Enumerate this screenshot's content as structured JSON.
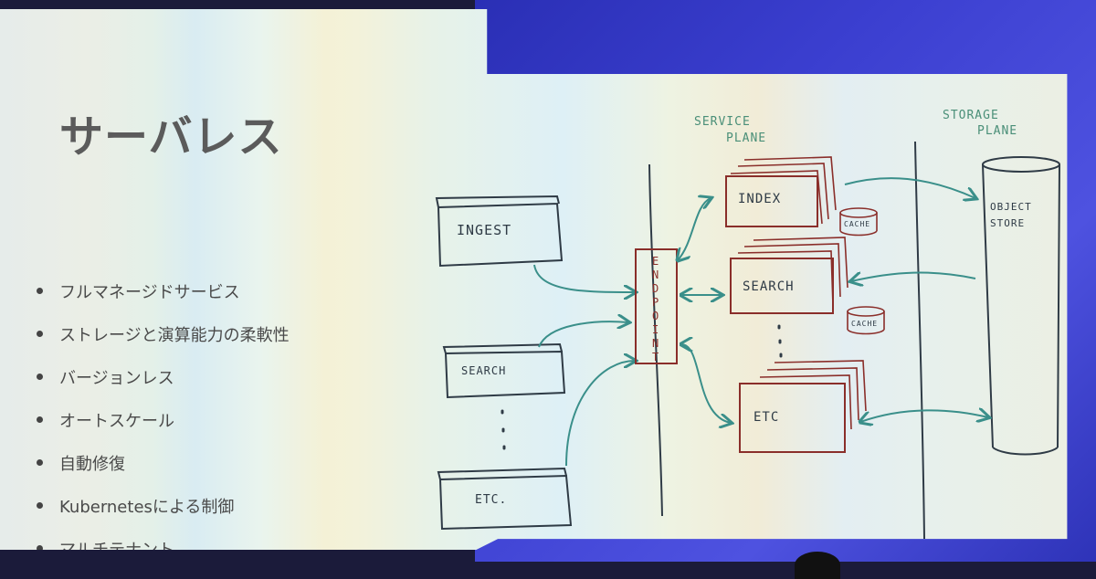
{
  "slide": {
    "title": "サーバレス",
    "bullets": [
      "フルマネージドサービス",
      "ストレージと演算能力の柔軟性",
      "バージョンレス",
      "オートスケール",
      "自動修復",
      "Kubernetesによる制御",
      "マルチテナント"
    ]
  },
  "diagram": {
    "service_plane_label_1": "SERVICE",
    "service_plane_label_2": "PLANE",
    "storage_plane_label_1": "STORAGE",
    "storage_plane_label_2": "PLANE",
    "left_boxes": [
      "INGEST",
      "SEARCH",
      "ETC."
    ],
    "endpoint_letters": [
      "E",
      "N",
      "D",
      "P",
      "O",
      "I",
      "N",
      "T"
    ],
    "service_boxes": [
      "INDEX",
      "SEARCH",
      "ETC"
    ],
    "cache_label": "CACHE",
    "store_label_1": "OBJECT",
    "store_label_2": "STORE"
  },
  "colors": {
    "ink_dark": "#2f3b46",
    "ink_red": "#8a2e2a",
    "ink_teal": "#3a8f8a",
    "title": "#5b5b5b",
    "screen_blue": "#3b3fd0"
  }
}
